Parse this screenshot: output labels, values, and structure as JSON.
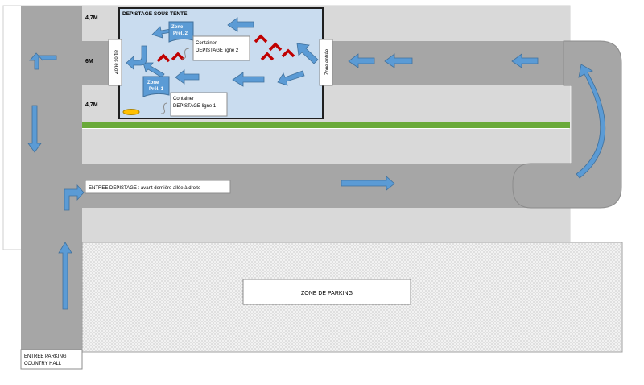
{
  "tent": {
    "title": "DEPISTAGE SOUS TENTE"
  },
  "lane_widths": {
    "top": "4,7M",
    "middle": "6M",
    "bottom": "4,7M"
  },
  "zones": {
    "exit": "Zone sortie",
    "entry": "Zone entrée",
    "prel_2": [
      "Zone",
      "Prél. 2"
    ],
    "prel_1": [
      "Zone",
      "Prél. 1"
    ]
  },
  "containers": {
    "line_2": [
      "Container",
      "DEPISTAGE ligne 2"
    ],
    "line_1": [
      "Container",
      "DEPISTAGE ligne 1"
    ]
  },
  "entrance_note": "ENTREE DEPISTAGE : avant dernière allée à droite",
  "parking_zone": "ZONE DE PARKING",
  "parking_entrance": [
    "ENTREE  PARKING",
    "COUNTRY HALL"
  ],
  "colors": {
    "road": "#a6a6a6",
    "lane_light": "#d9d9d9",
    "tent_fill": "#c9dcef",
    "arrow": "#5b9bd5",
    "chevron": "#c00000",
    "green_strip": "#6aaa3a"
  }
}
